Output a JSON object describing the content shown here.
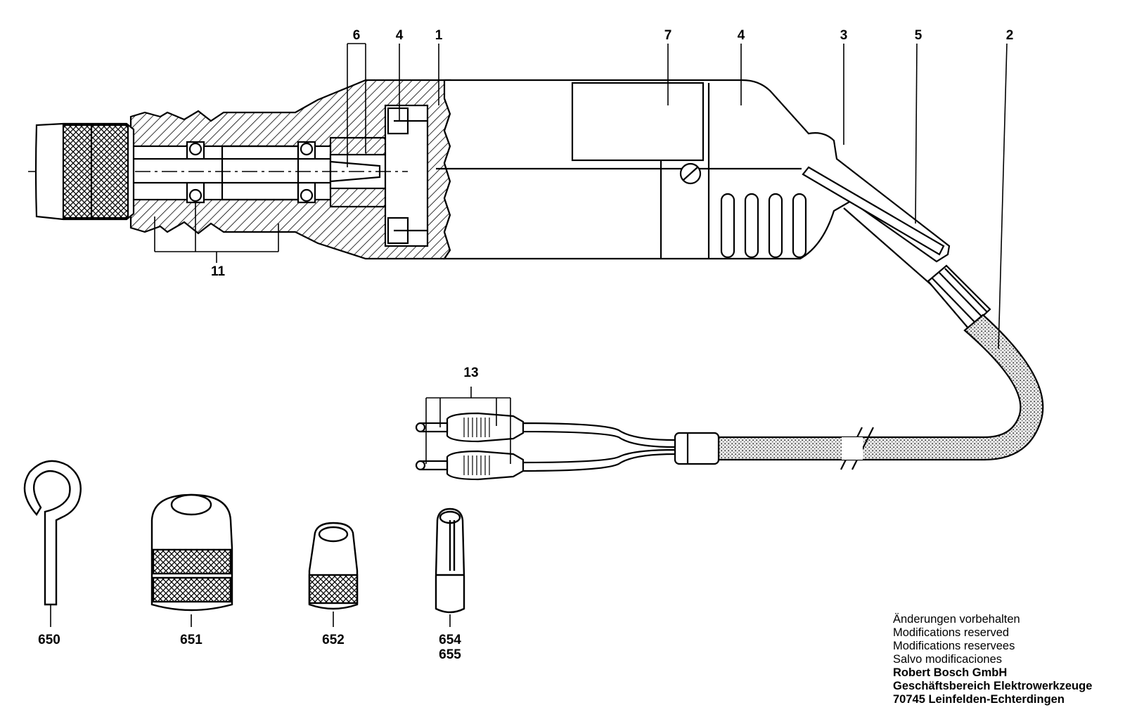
{
  "callouts": {
    "c1": "1",
    "c2": "2",
    "c3": "3",
    "c4a": "4",
    "c4b": "4",
    "c5": "5",
    "c6": "6",
    "c7": "7",
    "c11": "11",
    "c13": "13",
    "c650": "650",
    "c651": "651",
    "c652": "652",
    "c654": "654",
    "c655": "655"
  },
  "notes": {
    "line1": "Änderungen vorbehalten",
    "line2": "Modifications reserved",
    "line3": "Modifications reservees",
    "line4": "Salvo modificaciones",
    "company": "Robert Bosch GmbH",
    "division": "Geschäftsbereich Elektrowerkzeuge",
    "address": "70745 Leinfelden-Echterdingen"
  }
}
